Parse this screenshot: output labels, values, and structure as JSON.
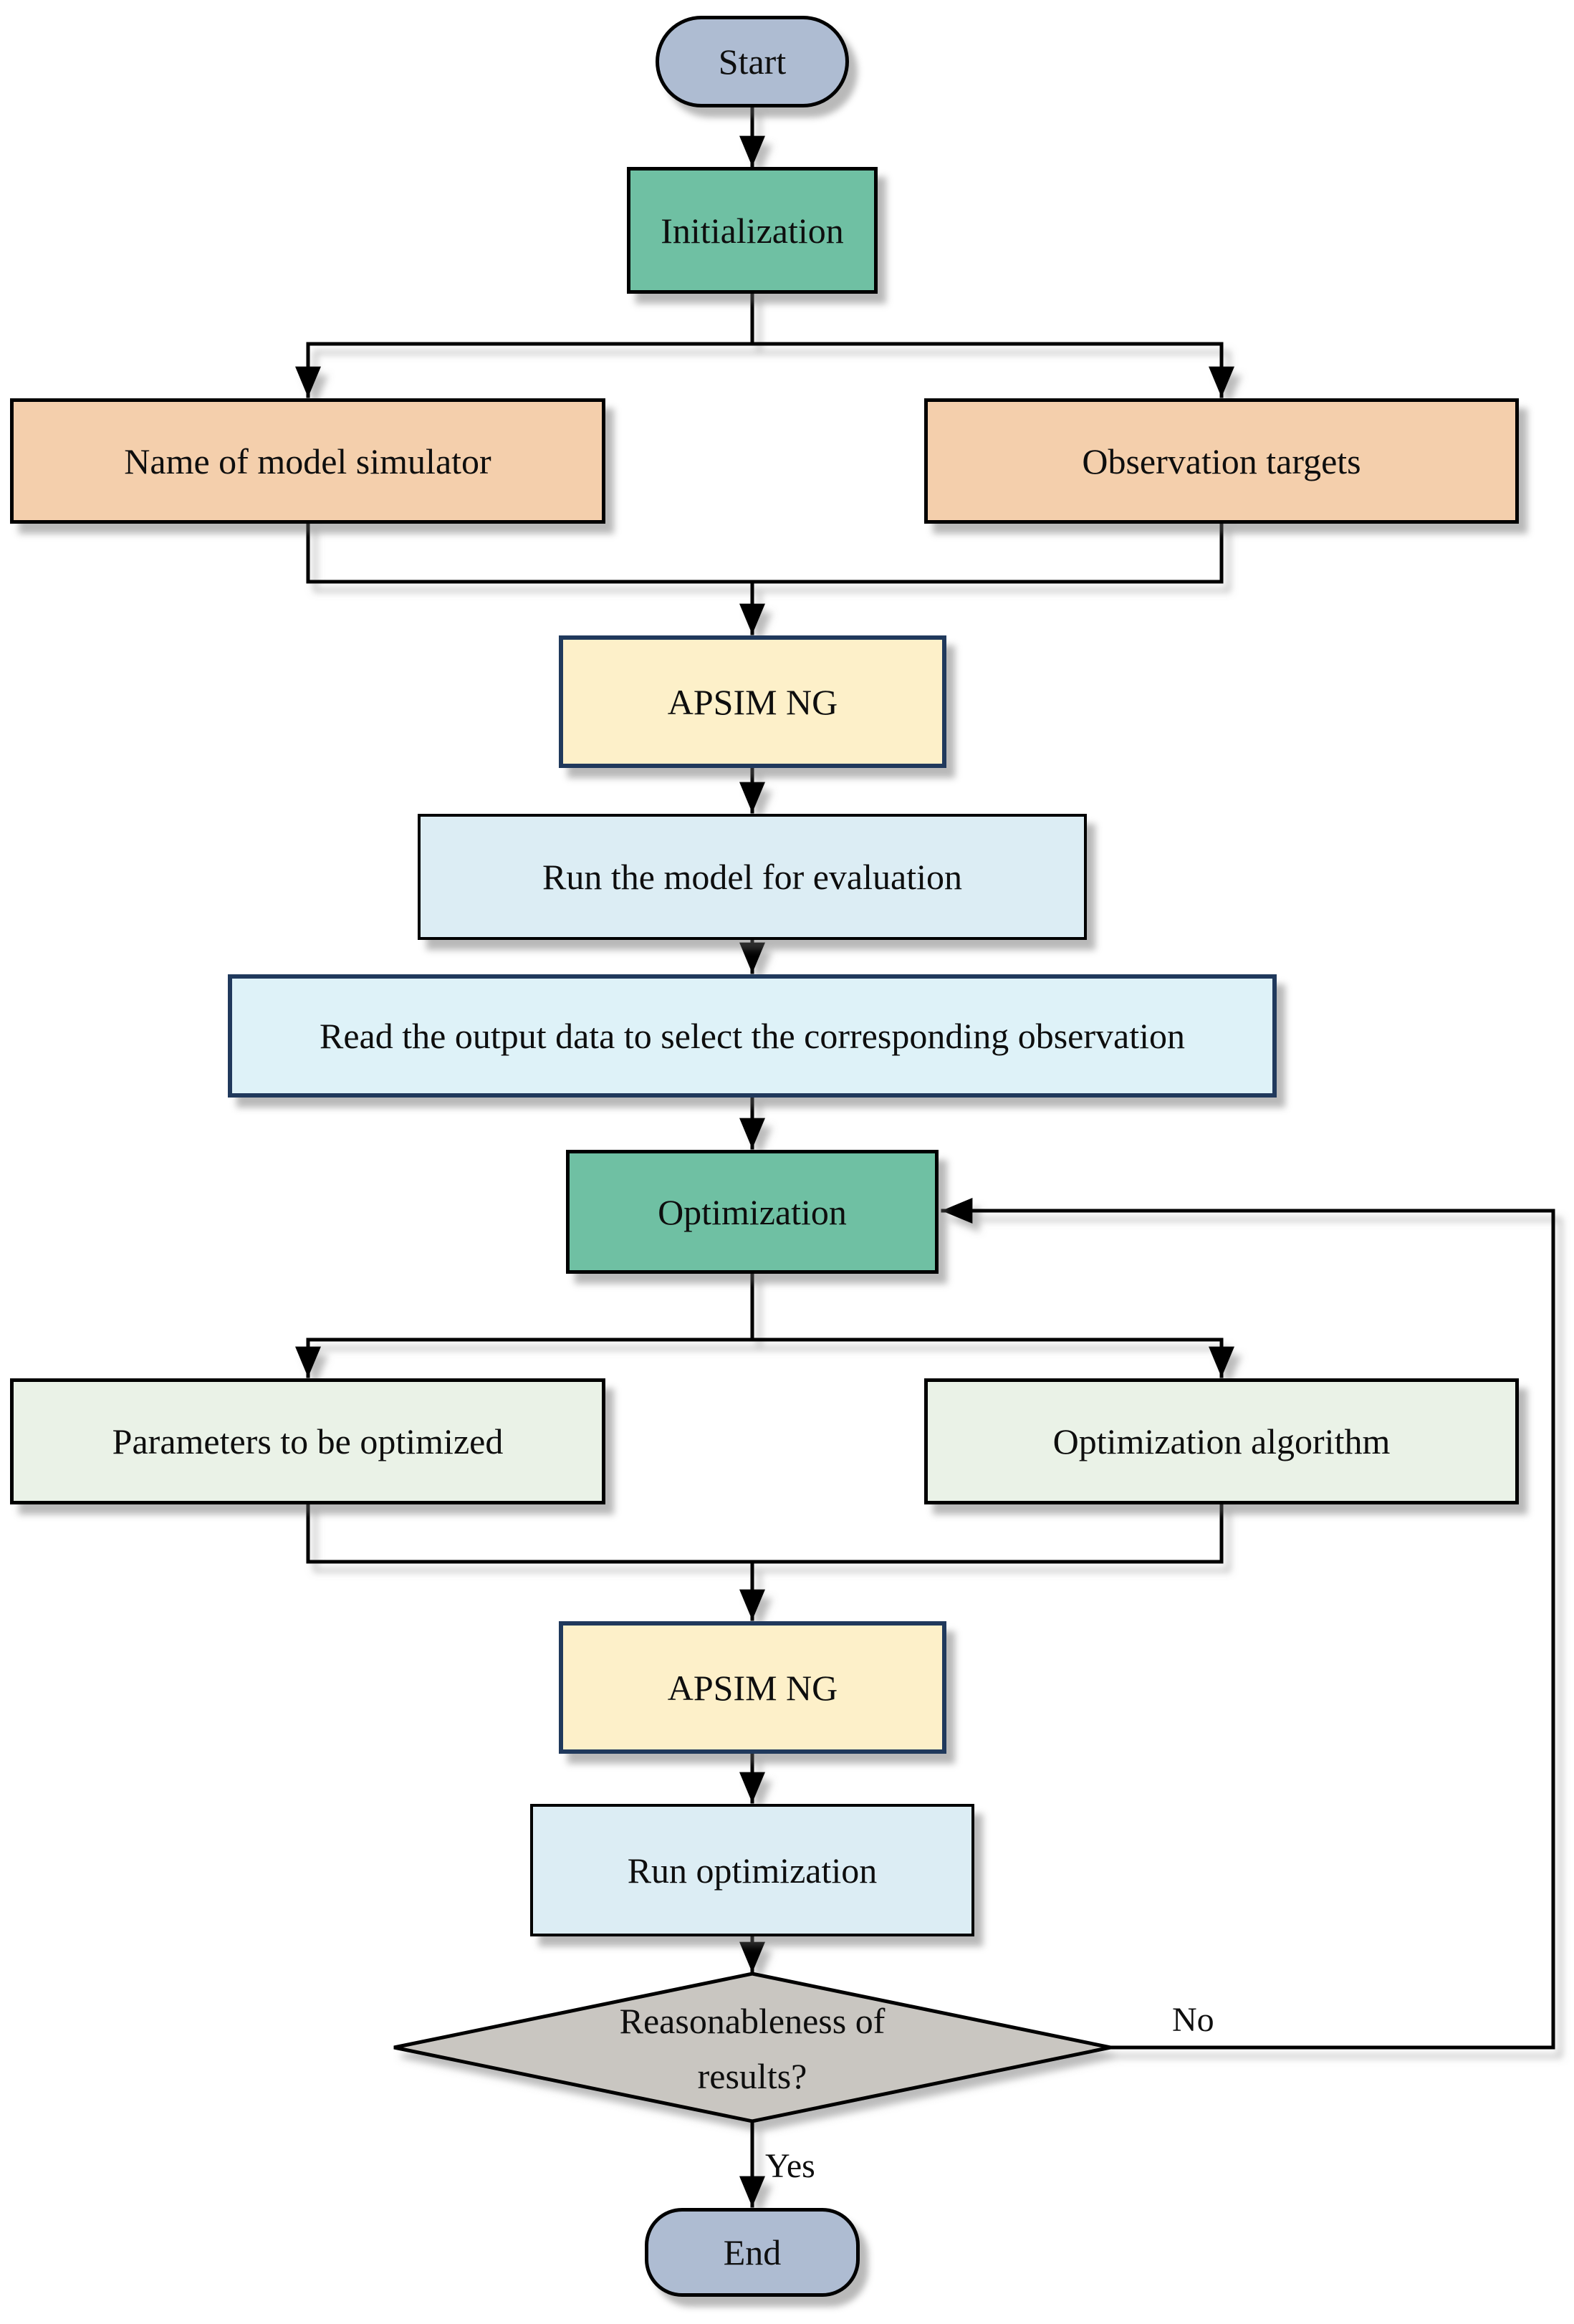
{
  "diagram": {
    "nodes": {
      "start": {
        "label": "Start"
      },
      "initialization": {
        "label": "Initialization"
      },
      "name_of_model_simulator": {
        "label": "Name of model simulator"
      },
      "observation_targets": {
        "label": "Observation targets"
      },
      "apsim_ng_1": {
        "label": "APSIM NG"
      },
      "run_model_for_evaluation": {
        "label": "Run the model for evaluation"
      },
      "read_output_data": {
        "label": "Read the output data to select the corresponding observation"
      },
      "optimization": {
        "label": "Optimization"
      },
      "parameters_to_be_optimized": {
        "label": "Parameters to be optimized"
      },
      "optimization_algorithm": {
        "label": "Optimization algorithm"
      },
      "apsim_ng_2": {
        "label": "APSIM NG"
      },
      "run_optimization": {
        "label": "Run optimization"
      },
      "reasonableness": {
        "label": "Reasonableness of results?"
      },
      "end": {
        "label": "End"
      }
    },
    "edge_labels": {
      "yes": "Yes",
      "no": "No"
    },
    "edges": [
      {
        "from": "start",
        "to": "initialization"
      },
      {
        "from": "initialization",
        "to": "name_of_model_simulator"
      },
      {
        "from": "initialization",
        "to": "observation_targets"
      },
      {
        "from": "name_of_model_simulator",
        "to": "apsim_ng_1"
      },
      {
        "from": "observation_targets",
        "to": "apsim_ng_1"
      },
      {
        "from": "apsim_ng_1",
        "to": "run_model_for_evaluation"
      },
      {
        "from": "run_model_for_evaluation",
        "to": "read_output_data"
      },
      {
        "from": "read_output_data",
        "to": "optimization"
      },
      {
        "from": "optimization",
        "to": "parameters_to_be_optimized"
      },
      {
        "from": "optimization",
        "to": "optimization_algorithm"
      },
      {
        "from": "parameters_to_be_optimized",
        "to": "apsim_ng_2"
      },
      {
        "from": "optimization_algorithm",
        "to": "apsim_ng_2"
      },
      {
        "from": "apsim_ng_2",
        "to": "run_optimization"
      },
      {
        "from": "run_optimization",
        "to": "reasonableness"
      },
      {
        "from": "reasonableness",
        "to": "end",
        "label": "Yes"
      },
      {
        "from": "reasonableness",
        "to": "optimization",
        "label": "No"
      }
    ],
    "colors": {
      "background": "#ffffff",
      "terminator_fill": "#aebcd2",
      "stage_fill": "#6fc0a3",
      "input_fill": "#f4cfac",
      "apsim_fill": "#fdf0c9",
      "apsim_border": "#20395c",
      "run_fill": "#dcedf4",
      "read_fill": "#def2f8",
      "option_fill": "#eaf2e7",
      "decision_fill": "#c9c6c1",
      "line_color": "#000000"
    }
  }
}
